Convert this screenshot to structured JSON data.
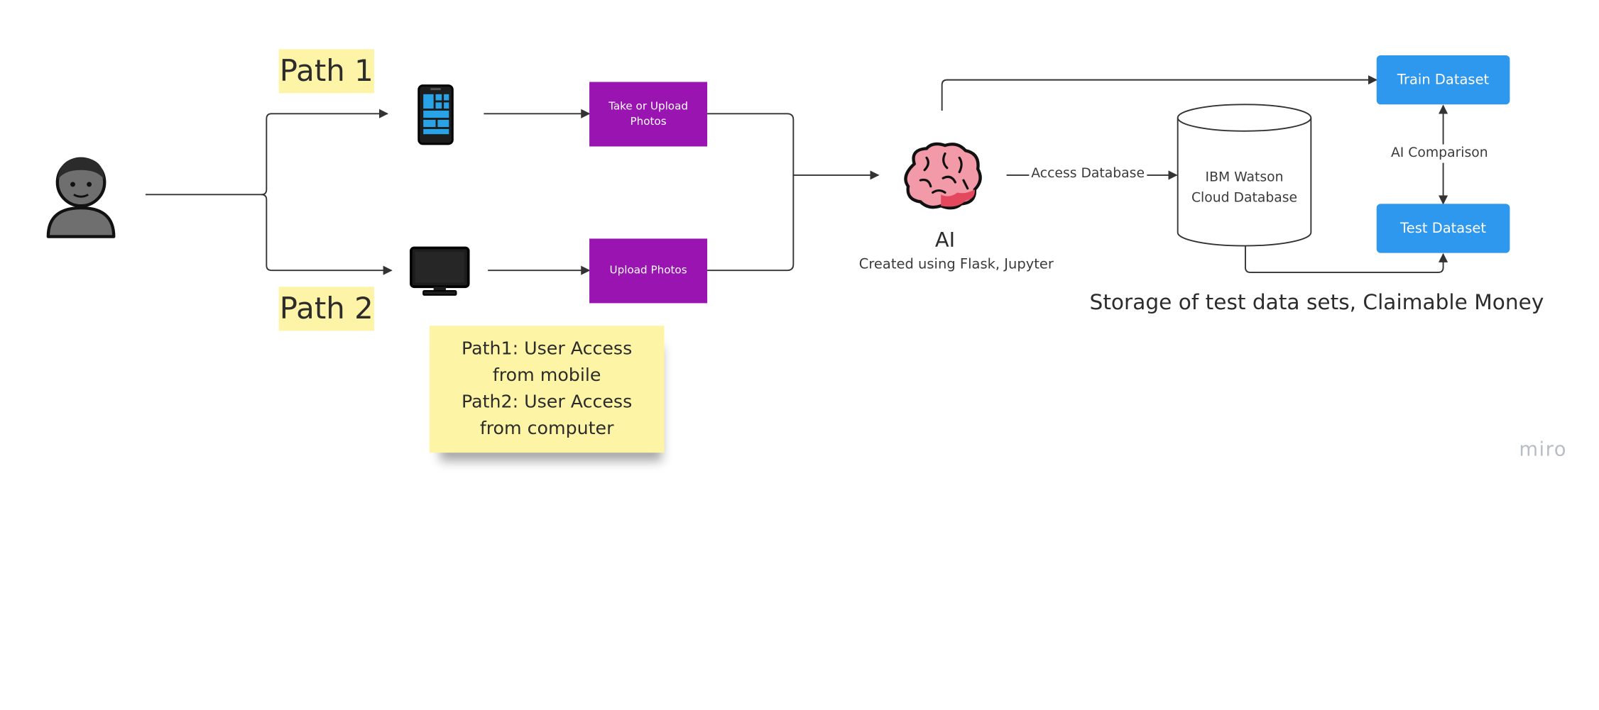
{
  "diagram": {
    "path_labels": [
      "Path 1",
      "Path 2"
    ],
    "boxes": {
      "take_or_upload": "Take or Upload\nPhotos",
      "upload": "Upload Photos",
      "train_dataset": "Train Dataset",
      "test_dataset": "Test Dataset"
    },
    "edge_labels": {
      "access_database": "Access Database",
      "ai_comparison": "AI Comparison"
    },
    "database_label": "IBM Watson\nCloud Database",
    "ai": {
      "title": "AI",
      "subtitle": "Created using Flask, Jupyter"
    },
    "storage_caption": "Storage of test data sets, Claimable Money",
    "sticky_note": [
      "Path1: User Access",
      "from mobile",
      "Path2: User Access",
      "from computer"
    ],
    "brand": "miro",
    "icons": [
      "user-icon",
      "mobile-phone-icon",
      "desktop-monitor-icon",
      "brain-icon",
      "database-cylinder-icon"
    ],
    "colors": {
      "purple_box": "#9a14b2",
      "blue_box": "#2e97ee",
      "path_label_highlight": "#fdf4a7",
      "sticky_note": "#fdf5a5",
      "connector": "#333333",
      "brain": "#f29aa7"
    }
  }
}
